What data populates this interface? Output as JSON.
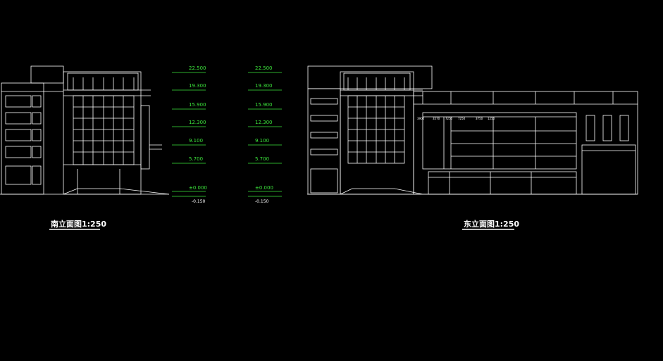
{
  "drawing": {
    "colors": {
      "background": "#000000",
      "lines": "#ffffff",
      "levels": "#3ce63c"
    },
    "levels": [
      "22.500",
      "19.300",
      "15.900",
      "12.300",
      "9.100",
      "5.700",
      "±0.000"
    ],
    "below_grade": "-0.150",
    "south_title": "南立面图1:250",
    "east_title": "东立面图1:250",
    "east_dims": [
      "3900",
      "3570",
      "7250",
      "7250",
      "3750",
      "1250"
    ]
  }
}
